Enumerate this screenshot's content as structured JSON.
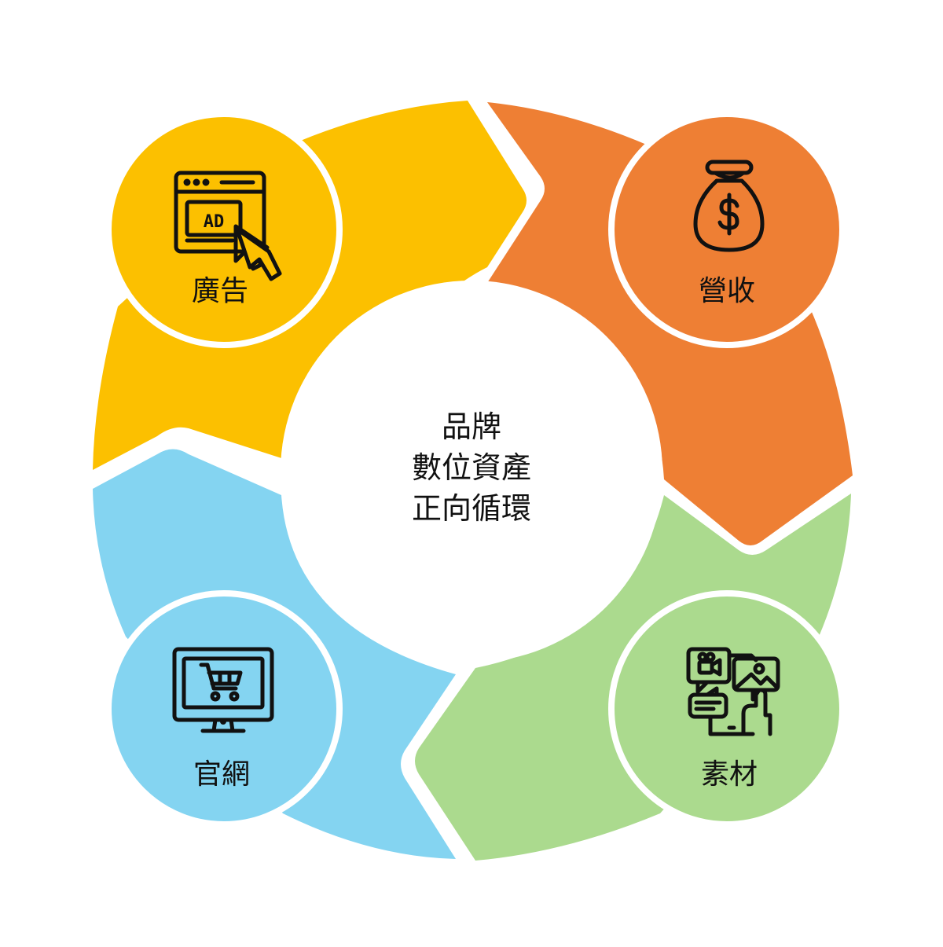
{
  "diagram": {
    "center": {
      "lines": [
        "品牌",
        "數位資產",
        "正向循環"
      ]
    },
    "segments": [
      {
        "key": "ad",
        "label": "廣告",
        "color": "#FCC000",
        "icon": "ad-browser-icon"
      },
      {
        "key": "revenue",
        "label": "營收",
        "color": "#EE7F34",
        "icon": "money-bag-icon"
      },
      {
        "key": "material",
        "label": "素材",
        "color": "#ABDA8E",
        "icon": "media-content-icon"
      },
      {
        "key": "website",
        "label": "官網",
        "color": "#84D4F1",
        "icon": "monitor-cart-icon"
      }
    ]
  }
}
